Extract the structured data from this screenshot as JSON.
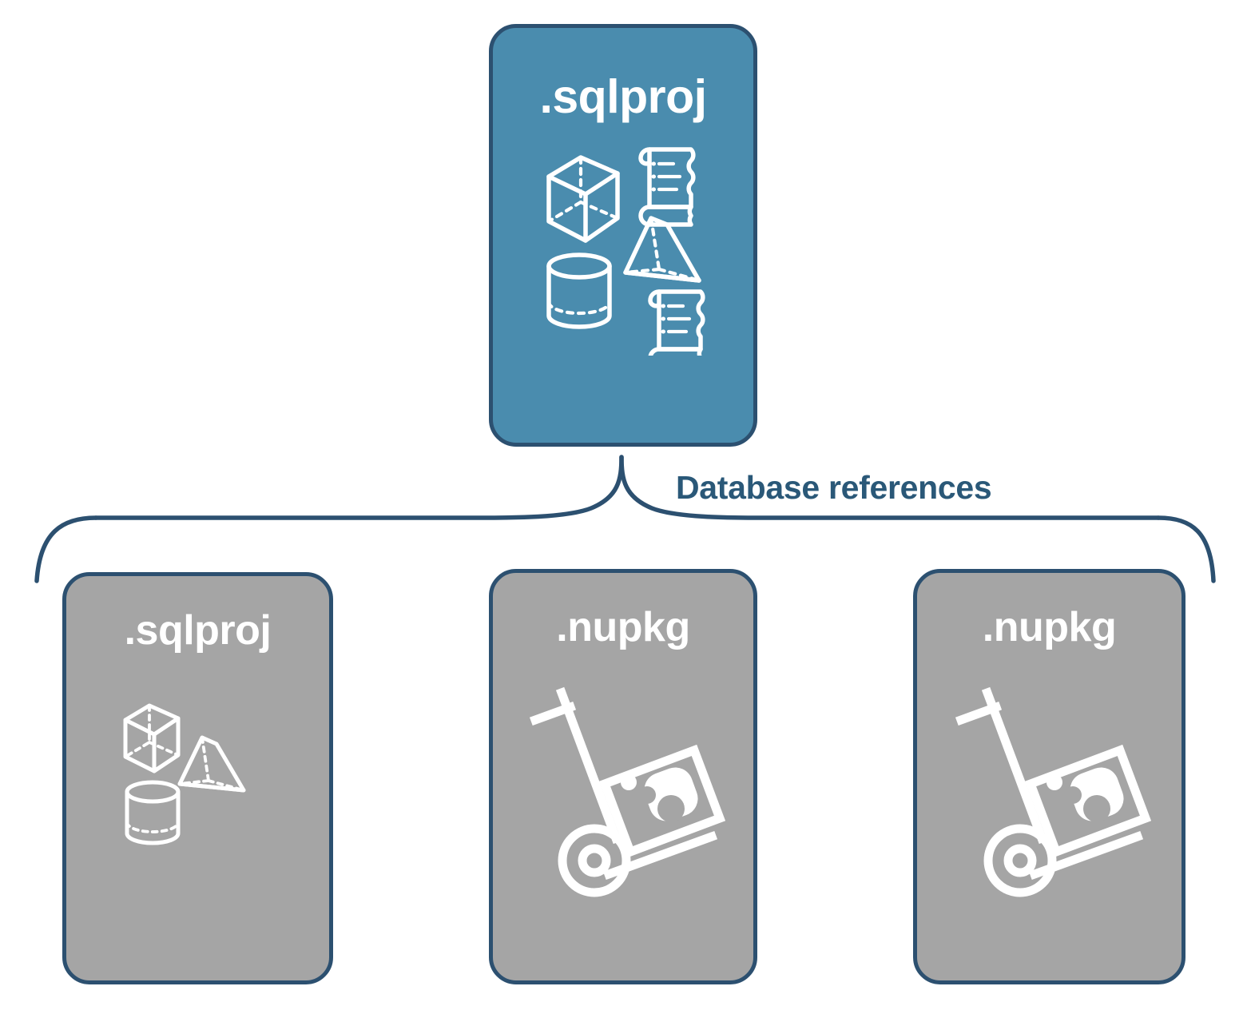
{
  "diagram": {
    "title_text": "Database references",
    "colors": {
      "root_fill": "#4a8cae",
      "ref_fill": "#a5a5a5",
      "border": "#2c5070",
      "label": "#2a5878",
      "icon": "#ffffff",
      "background": "#ffffff"
    },
    "root_node": {
      "label": ".sqlproj",
      "icons": [
        "cube-icon",
        "scroll-icon",
        "pyramid-icon",
        "cylinder-icon",
        "scroll-icon"
      ]
    },
    "connector": {
      "label": "Database references",
      "type": "curly-brace"
    },
    "reference_nodes": [
      {
        "label": ".sqlproj",
        "icons": [
          "cube-icon",
          "pyramid-icon",
          "cylinder-icon"
        ]
      },
      {
        "label": ".nupkg",
        "icons": [
          "hand-truck-package-icon"
        ]
      },
      {
        "label": ".nupkg",
        "icons": [
          "hand-truck-package-icon"
        ]
      }
    ]
  }
}
